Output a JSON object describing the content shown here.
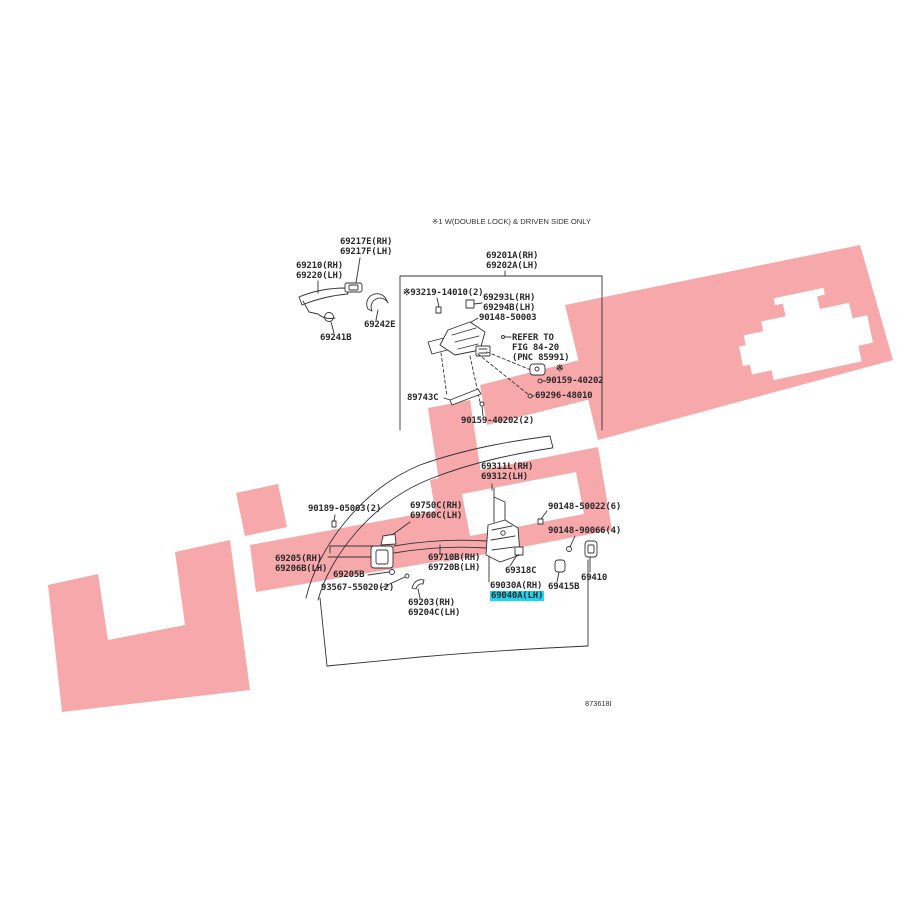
{
  "note": "※1 W(DOUBLE LOCK) & DRIVEN SIDE ONLY",
  "fig_code": "873618I",
  "colors": {
    "ink": "#2a2a2a",
    "watermark": "#f7a8ab",
    "highlight": "#1ed6f0",
    "background": "#ffffff"
  },
  "parts": {
    "outer_handle_cover": [
      "69217E(RH)",
      "69217F(LH)"
    ],
    "outer_handle": [
      "69210(RH)",
      "69220(LH)"
    ],
    "p69241B": [
      "69241B"
    ],
    "p69242E": [
      "69242E"
    ],
    "cylinder_lock": [
      "69201A(RH)",
      "69202A(LH)"
    ],
    "screw_93219": [
      "※93219-14010(2)"
    ],
    "p69293L": [
      "69293L(RH)",
      "69294B(LH)"
    ],
    "clip_90148_50003": [
      "90148-50003"
    ],
    "refer": [
      "REFER TO",
      "FIG 84-20",
      "(PNC 85991)"
    ],
    "mark": [
      "※"
    ],
    "bolt_90159_a": [
      "90159-40202"
    ],
    "p89743C": [
      "89743C"
    ],
    "p69296": [
      "69296-48010"
    ],
    "bolt_90159_b": [
      "90159-40202(2)"
    ],
    "p69311L": [
      "69311L(RH)",
      "69312(LH)"
    ],
    "screw_90189": [
      "90189-05003(2)"
    ],
    "p69750C": [
      "69750C(RH)",
      "69760C(LH)"
    ],
    "clip_90148_50022": [
      "90148-50022(6)"
    ],
    "clip_90148_90066": [
      "90148-90066(4)"
    ],
    "inner_handle": [
      "69205(RH)",
      "69206B(LH)"
    ],
    "p69205B": [
      "69205B"
    ],
    "p69710B": [
      "69710B(RH)",
      "69720B(LH)"
    ],
    "p69318C": [
      "69318C"
    ],
    "p69410": [
      "69410"
    ],
    "screw_93567": [
      "93567-55020(2)"
    ],
    "door_lock": [
      "69030A(RH)",
      "69040A(LH)"
    ],
    "p69415B": [
      "69415B"
    ],
    "p69203": [
      "69203(RH)",
      "69204C(LH)"
    ]
  }
}
